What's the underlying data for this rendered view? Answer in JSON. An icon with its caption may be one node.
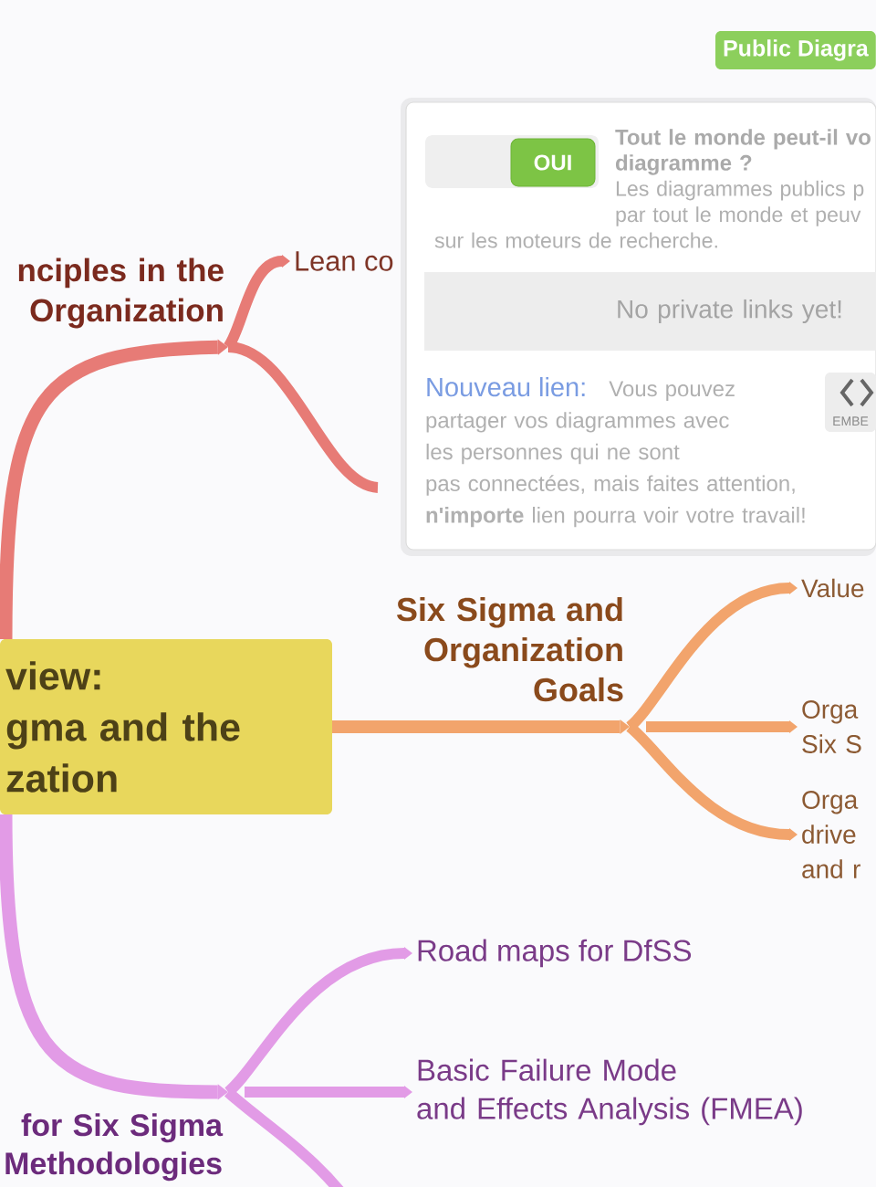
{
  "diagram": {
    "nodes": [
      {
        "text": [
          "view: gma and the zation"
        ]
      },
      {
        "text": [
          "nciples in the Organization"
        ]
      },
      {
        "text": [
          "Lean co"
        ]
      },
      {
        "text": [
          "Six Sigma and Organization Goals"
        ]
      },
      {
        "text": [
          "Value"
        ]
      },
      {
        "text": [
          "Orga Six S"
        ]
      },
      {
        "text": [
          "Orga drive and r"
        ]
      },
      {
        "text": [
          "for Six Sigma Methodologies"
        ]
      },
      {
        "text": [
          "Road maps for DfSS"
        ]
      },
      {
        "text": [
          "Basic Failure Mode and Effects Analysis (FMEA)"
        ]
      },
      {
        "text": [
          "Public Diagra"
        ]
      },
      {
        "text": [
          "Tout le monde peut-il vo diagramme ?",
          "Les diagrammes publics p par tout le monde et peuv sur les moteurs de recherche.",
          "Nouveau lien:",
          "Vous pouvez partager vos diagrammes avec les personnes qui ne sont pas connectées, mais faites attention, **n'importe** lien pourra voir votre travail!"
        ]
      },
      {
        "text": [
          "OUI"
        ],
        "in": 11
      },
      {
        "text": [
          "No private links yet!"
        ],
        "in": 11
      },
      {
        "text": [
          "EMBE"
        ],
        "in": 11
      }
    ],
    "edges": [
      {
        "from": 0,
        "to": 1,
        "arrow": "to",
        "color": "#e77b76"
      },
      {
        "from": 1,
        "to": 2,
        "arrow": "to",
        "color": "#e77b76"
      },
      {
        "from": 1,
        "to": null,
        "arrow": "none",
        "color": "#e77b76"
      },
      {
        "from": 0,
        "to": 3,
        "arrow": "to",
        "color": "#f2a46c"
      },
      {
        "from": 3,
        "to": 4,
        "arrow": "to",
        "color": "#f2a46c"
      },
      {
        "from": 3,
        "to": 5,
        "arrow": "to",
        "color": "#f2a46c"
      },
      {
        "from": 3,
        "to": 6,
        "arrow": "to",
        "color": "#f2a46c"
      },
      {
        "from": 0,
        "to": 7,
        "arrow": "to",
        "color": "#e29be6"
      },
      {
        "from": 7,
        "to": 8,
        "arrow": "to",
        "color": "#e29be6"
      },
      {
        "from": 7,
        "to": 9,
        "arrow": "to",
        "color": "#e29be6"
      },
      {
        "from": 7,
        "to": null,
        "arrow": "none",
        "color": "#e29be6"
      }
    ]
  }
}
